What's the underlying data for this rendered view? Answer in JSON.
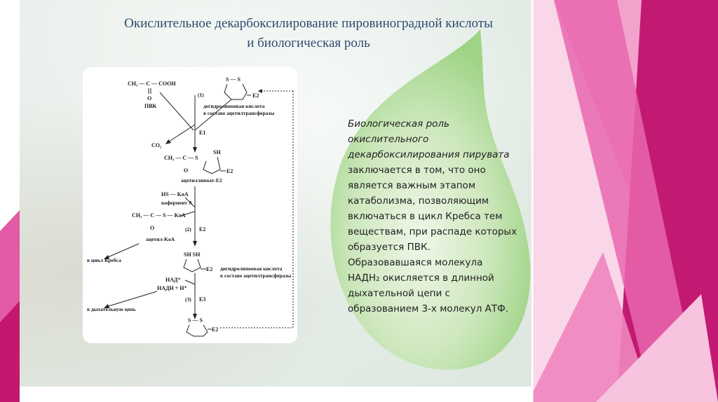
{
  "title": {
    "line1": "Окислительное декарбоксилирование пировиноградной кислоты",
    "line2": "и биологическая роль"
  },
  "diagram": {
    "pvk_formula": "CH₃ — C — COOH",
    "pvk_o": "O",
    "pvk_label": "ПВК",
    "step1": "(1)",
    "lipoic_top_ss": "S — S",
    "e2_top": "E2",
    "lipoic_label_1": "дегидролипоевая кислота",
    "lipoic_label_2": "в составе ацетилтрансферазы",
    "e1": "E1",
    "co2": "CO₂",
    "acetyl_lipoate": "CH₃ — C — S",
    "acetyl_lipoate_sh": "SH",
    "acetyl_lipoate_o": "O",
    "acetyl_lipoate_e2": "E2",
    "acetyl_lipoate_label": "ацетиллипоат-E2",
    "hs_koa": "HS — KoA",
    "coenzyme_a": "кофермент A",
    "acetyl_koa_formula": "CH₃ — C — S — KoA",
    "acetyl_koa_o": "O",
    "step2": "(2)",
    "e2_mid": "E2",
    "acetyl_koa_label": "ацетил-KoA",
    "krebs": "в цикл Кребса",
    "sh_sh": "SH  SH",
    "e2_low": "E2",
    "dihydro_label_1": "дигидролипоевая кислота",
    "dihydro_label_2": "в составе ацетилтрансферазы",
    "nad": "НАД⁺",
    "nadh": "НАДН + H⁺",
    "step3": "(3)",
    "e3": "E3",
    "resp_chain": "в дыхательную цепь",
    "final_ss": "S — S",
    "final_e2": "E2"
  },
  "drop": {
    "italic_lines": [
      "Биологическая роль",
      "окислительного",
      "декарбоксилирования пирувата"
    ],
    "normal_lines": [
      "заключается в том, что оно",
      "является важным этапом",
      "катаболизма, позволяющим",
      "включаться в цикл Кребса тем",
      "веществам, при распаде которых",
      "образуется ПВК.",
      "Образовавшаяся молекула",
      "НАДН₂ окисляется в длинной",
      "дыхательной цепи с",
      "образованием 3-х молекул АТФ."
    ]
  },
  "colors": {
    "title": "#2e4a6e",
    "pink_dark": "#c2186f",
    "pink_mid": "#e35aa6",
    "pink_light": "#f6b7d9",
    "drop_green": "#a9d88f"
  }
}
